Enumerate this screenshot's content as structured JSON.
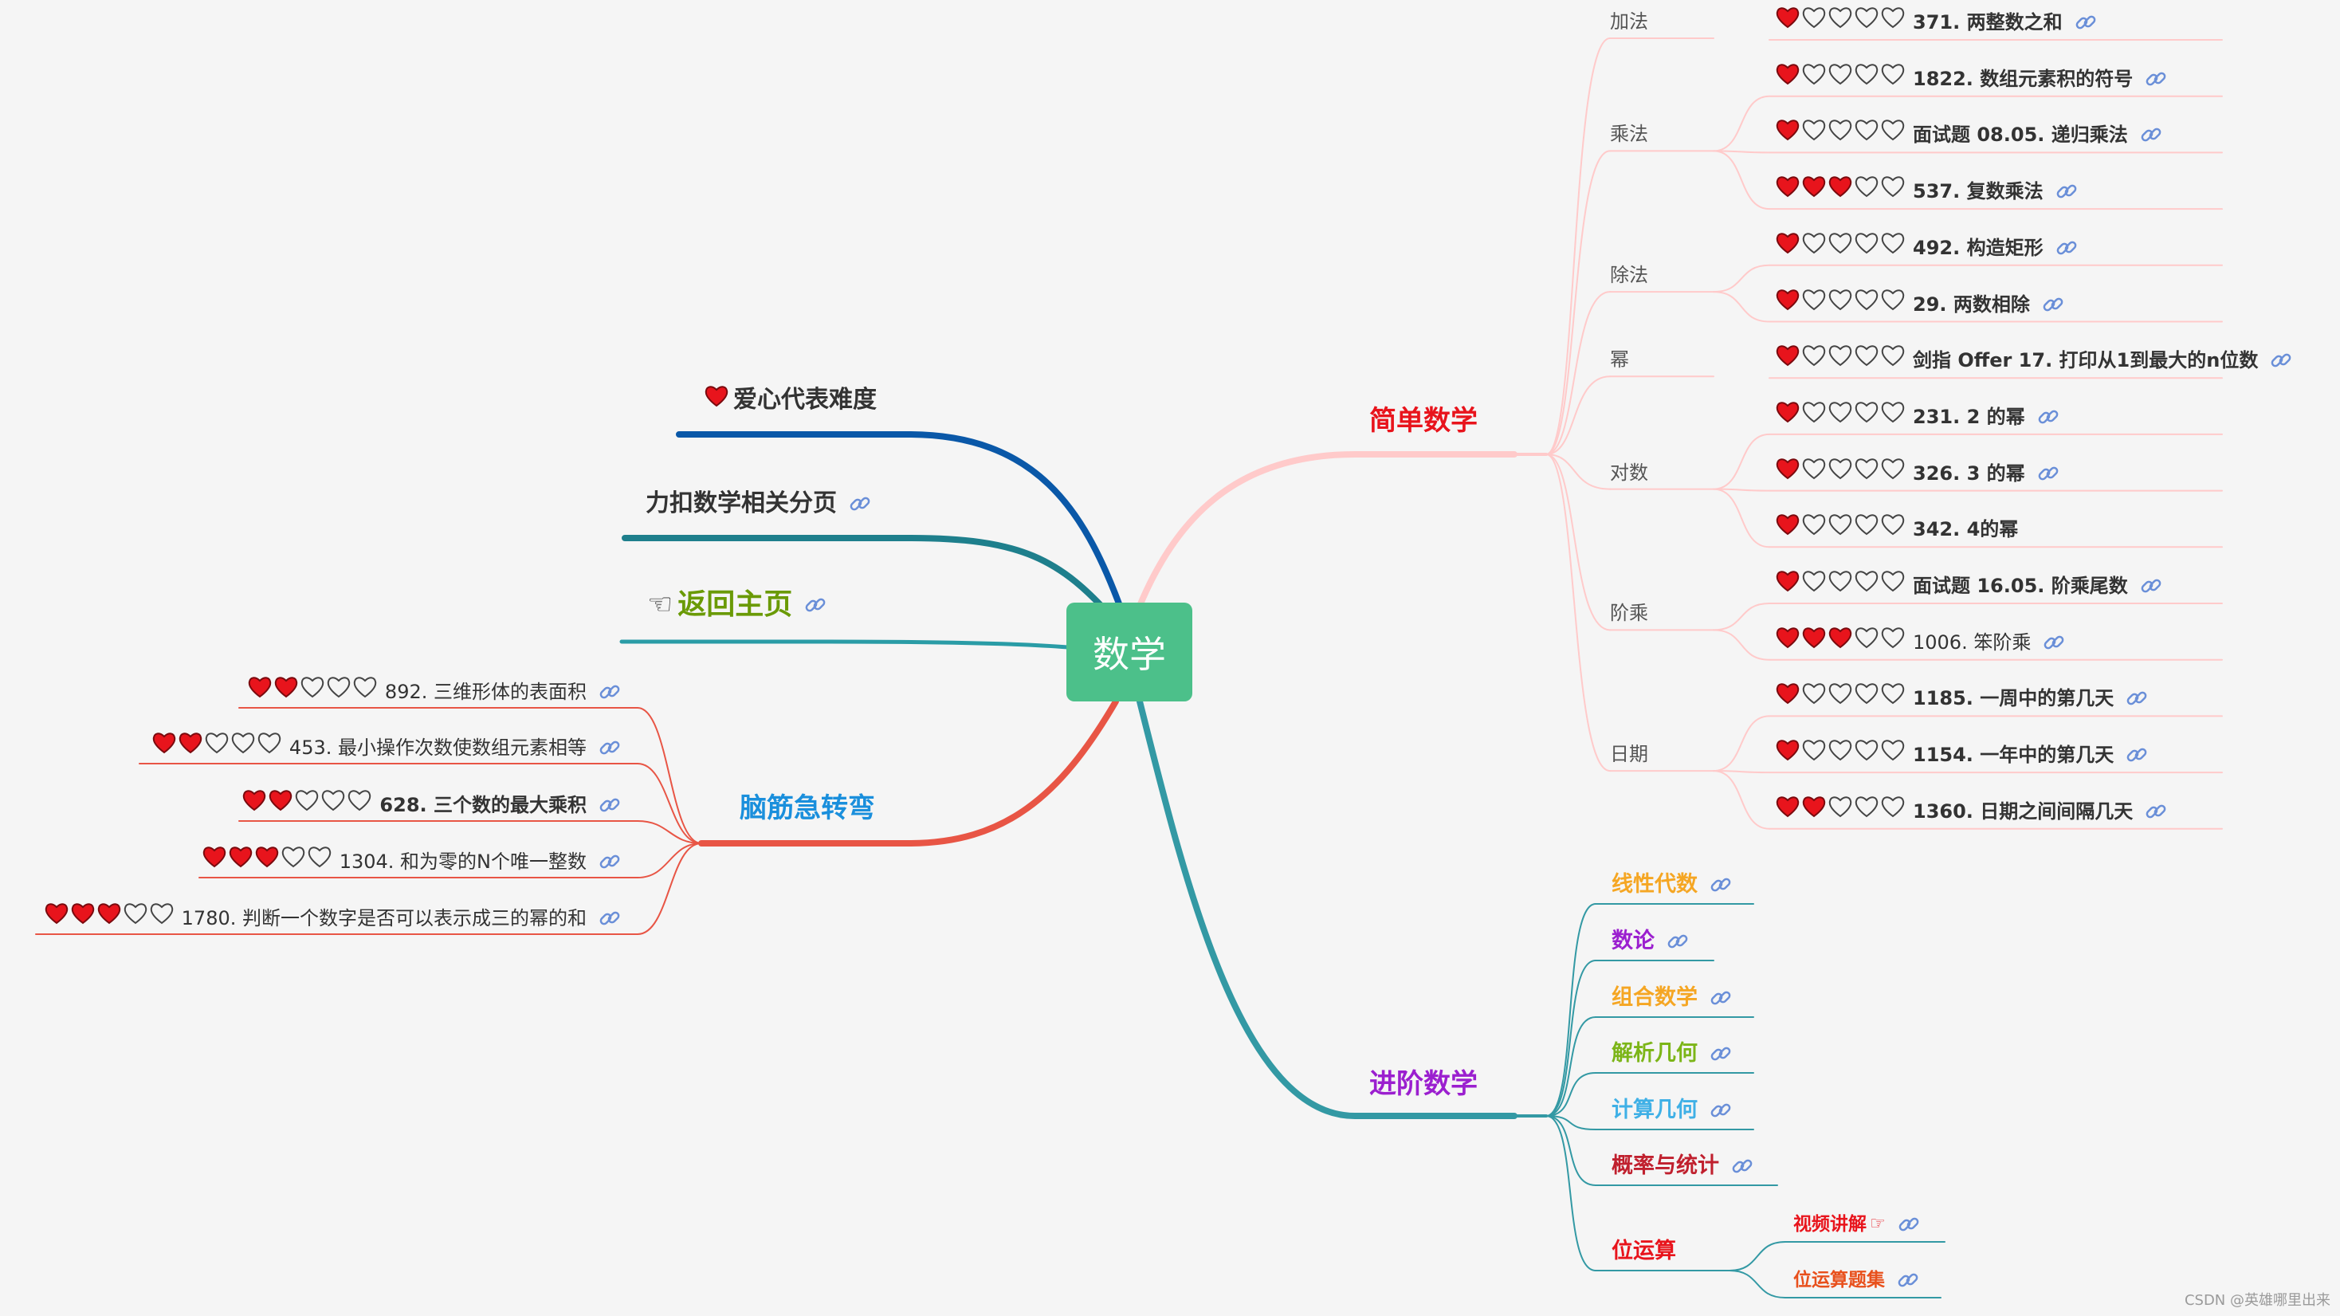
{
  "root": {
    "label": "数学"
  },
  "left": {
    "legend": "爱心代表难度",
    "leetcode_page": "力扣数学相关分页",
    "back_home": "返回主页",
    "brain": {
      "label": "脑筋急转弯",
      "color": "#1a8fdc",
      "items": [
        {
          "hearts": 2,
          "text": "892. 三维形体的表面积",
          "bold": false
        },
        {
          "hearts": 2,
          "text": "453. 最小操作次数使数组元素相等",
          "bold": false
        },
        {
          "hearts": 2,
          "text": "628. 三个数的最大乘积",
          "bold": true
        },
        {
          "hearts": 3,
          "text": "1304. 和为零的N个唯一整数",
          "bold": false
        },
        {
          "hearts": 3,
          "text": "1780. 判断一个数字是否可以表示成三的幂的和",
          "bold": false
        }
      ]
    }
  },
  "simple": {
    "label": "简单数学",
    "color": "#e8141c",
    "groups": [
      {
        "label": "加法",
        "items": [
          {
            "hearts": 1,
            "text": "371. 两整数之和",
            "bold": true,
            "link": true
          }
        ]
      },
      {
        "label": "乘法",
        "items": [
          {
            "hearts": 1,
            "text": "1822. 数组元素积的符号",
            "bold": true,
            "link": true
          },
          {
            "hearts": 1,
            "text": "面试题 08.05. 递归乘法",
            "bold": true,
            "link": true
          },
          {
            "hearts": 3,
            "text": "537. 复数乘法",
            "bold": true,
            "link": true
          }
        ]
      },
      {
        "label": "除法",
        "items": [
          {
            "hearts": 1,
            "text": "492. 构造矩形",
            "bold": true,
            "link": true
          },
          {
            "hearts": 1,
            "text": "29. 两数相除",
            "bold": true,
            "link": true
          }
        ]
      },
      {
        "label": "幂",
        "items": [
          {
            "hearts": 1,
            "text": "剑指 Offer 17. 打印从1到最大的n位数",
            "bold": true,
            "link": true
          }
        ]
      },
      {
        "label": "对数",
        "items": [
          {
            "hearts": 1,
            "text": "231. 2 的幂",
            "bold": true,
            "link": true
          },
          {
            "hearts": 1,
            "text": "326. 3 的幂",
            "bold": true,
            "link": true
          },
          {
            "hearts": 1,
            "text": "342. 4的幂",
            "bold": true,
            "link": false
          }
        ]
      },
      {
        "label": "阶乘",
        "items": [
          {
            "hearts": 1,
            "text": "面试题 16.05. 阶乘尾数",
            "bold": true,
            "link": true
          },
          {
            "hearts": 3,
            "text": "1006. 笨阶乘",
            "bold": false,
            "link": true
          }
        ]
      },
      {
        "label": "日期",
        "items": [
          {
            "hearts": 1,
            "text": "1185. 一周中的第几天",
            "bold": true,
            "link": true
          },
          {
            "hearts": 1,
            "text": "1154. 一年中的第几天",
            "bold": true,
            "link": true
          },
          {
            "hearts": 2,
            "text": "1360. 日期之间间隔几天",
            "bold": true,
            "link": true
          }
        ]
      }
    ]
  },
  "advanced": {
    "label": "进阶数学",
    "color": "#9b1fcf",
    "items": [
      {
        "text": "线性代数",
        "color": "#f5a623"
      },
      {
        "text": "数论",
        "color": "#9b1fcf"
      },
      {
        "text": "组合数学",
        "color": "#f5a623"
      },
      {
        "text": "解析几何",
        "color": "#7cb518"
      },
      {
        "text": "计算几何",
        "color": "#3fb0e6"
      },
      {
        "text": "概率与统计",
        "color": "#c0202e"
      },
      {
        "text": "位运算",
        "color": "#e8141c"
      }
    ],
    "bit_children": [
      {
        "text": "视频讲解",
        "color": "#e8141c"
      },
      {
        "text": "位运算题集",
        "color": "#e8501c"
      }
    ]
  },
  "colors": {
    "legend_branch": "#0a58a8",
    "page_branch": "#1e7f8c",
    "home_branch": "#2a9ca6",
    "home_text": "#6a9a06",
    "brain_branch": "#e85545",
    "simple_branch": "#ffcaca",
    "advanced_branch": "#3399a4",
    "heart_red": "#e8141c"
  },
  "icons": {
    "link": "paperclip-link-icon",
    "heart": "heart-icon",
    "hand": "pointing-hand-icon"
  },
  "footer": "CSDN @英雄哪里出来"
}
